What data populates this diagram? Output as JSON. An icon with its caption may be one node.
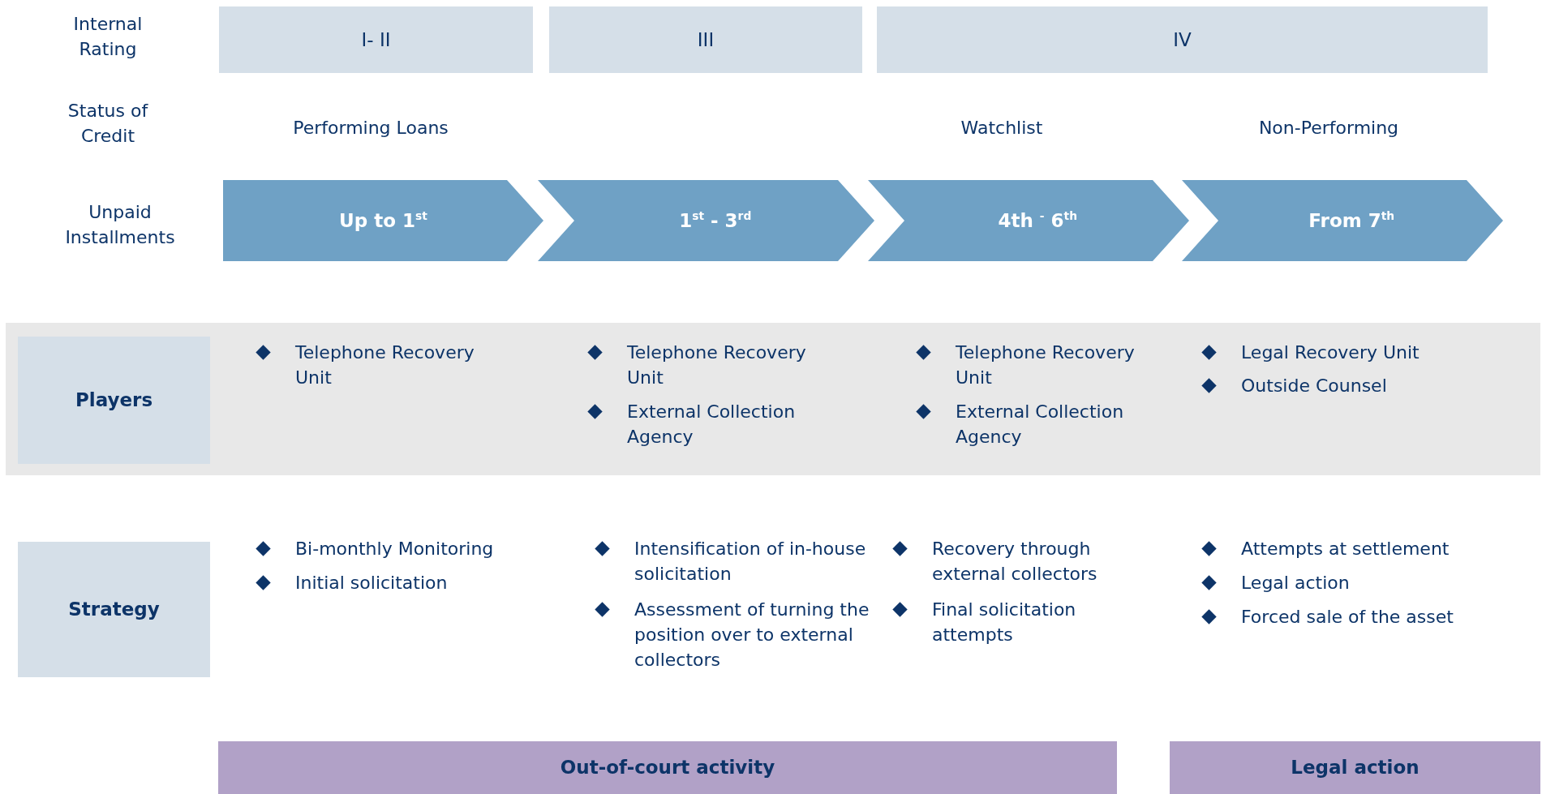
{
  "diagram": {
    "nodes": [
      {
        "text": [
          "I- II"
        ]
      },
      {
        "text": [
          "III"
        ]
      },
      {
        "text": [
          "IV"
        ]
      },
      {
        "text": [
          "Up to 1$^{st}$"
        ]
      },
      {
        "text": [
          "1$^{st}$ - 3$^{rd}$"
        ]
      },
      {
        "text": [
          "4th $^{-}$ 6$^{th}$"
        ]
      },
      {
        "text": [
          "From 7$^{th}$"
        ]
      },
      {
        "text": [],
        "shape": "band"
      },
      {
        "text": [
          "Players"
        ],
        "in": 7
      },
      {
        "text": [
          "Strategy"
        ]
      },
      {
        "text": [
          "Out-of-court activity"
        ]
      },
      {
        "text": [
          "Legal action"
        ]
      }
    ],
    "edges": [],
    "labels": [
      "Internal Rating",
      "Status of Credit",
      "Performing Loans",
      "Watchlist",
      "Non-Performing",
      "Unpaid Installments",
      "Telephone Recovery Unit",
      "Telephone Recovery Unit",
      "External Collection Agency",
      "Telephone Recovery Unit",
      "External Collection Agency",
      "Legal Recovery Unit",
      "Outside Counsel",
      "Bi-monthly Monitoring",
      "Initial solicitation",
      "Intensification of in-house solicitation",
      "Assessment of turning the position over to external collectors",
      "Recovery through external collectors",
      "Final solicitation attempts",
      "Attempts at settlement",
      "Legal action",
      "Forced sale of the asset"
    ]
  }
}
